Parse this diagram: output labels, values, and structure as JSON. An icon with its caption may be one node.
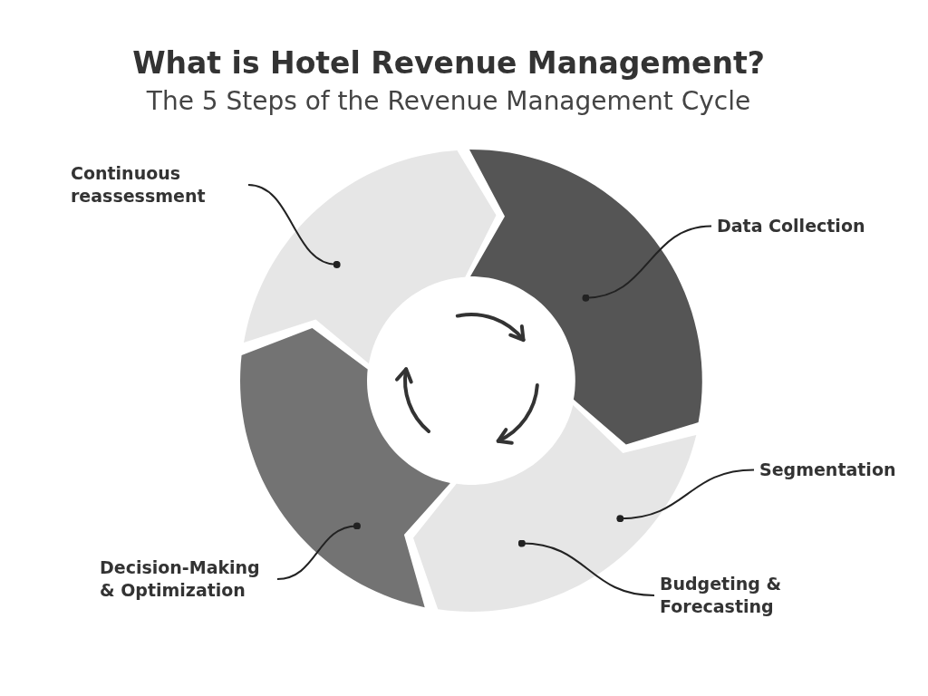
{
  "diagram": {
    "title": "What is Hotel Revenue Management?",
    "nodes": [
      {
        "text": [
          "Continuous reassessment"
        ]
      },
      {
        "text": [
          "Data Collection"
        ]
      },
      {
        "text": [
          "Segmentation"
        ]
      },
      {
        "text": [
          "Budgeting & Forecasting"
        ]
      },
      {
        "text": [
          "Decision-Making & Optimization"
        ]
      },
      {
        "text": [],
        "shape": "arrow"
      },
      {
        "text": [],
        "shape": "arrow"
      },
      {
        "text": [],
        "shape": "arrow"
      },
      {
        "text": [],
        "shape": "arrow"
      }
    ],
    "edges": [
      {
        "from": 0,
        "to": 5,
        "arrow": "other"
      },
      {
        "from": 1,
        "to": 6,
        "arrow": "other"
      },
      {
        "from": 2,
        "to": 7,
        "arrow": "other"
      },
      {
        "from": 3,
        "to": 7,
        "arrow": "other"
      },
      {
        "from": 4,
        "to": 8,
        "arrow": "other"
      }
    ],
    "labels": [
      "The 5 Steps of the Revenue Management Cycle"
    ]
  }
}
